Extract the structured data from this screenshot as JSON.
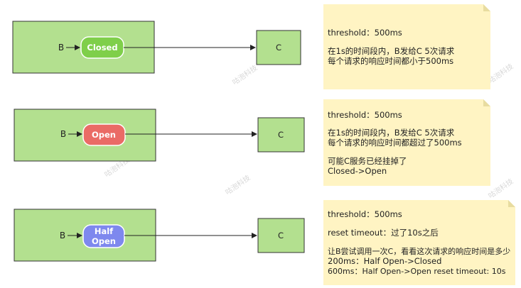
{
  "rows": [
    {
      "source_label": "B",
      "state_label": [
        "Closed"
      ],
      "state_color": "#7fcf4a",
      "target_label": "C",
      "note_lines": [
        "threshold：500ms",
        "",
        "在1s的时间段内，B发给C 5次请求",
        "每个请求的响应时间都小于500ms"
      ]
    },
    {
      "source_label": "B",
      "state_label": [
        "Open"
      ],
      "state_color": "#ea6b66",
      "target_label": "C",
      "note_lines": [
        "threshold：500ms",
        "",
        "在1s的时间段内，B发给C 5次请求",
        "每个请求的响应时间都超过了500ms",
        "",
        "可能C服务已经挂掉了",
        "Closed->Open"
      ]
    },
    {
      "source_label": "B",
      "state_label": [
        "Half",
        "Open"
      ],
      "state_color": "#7e88ee",
      "target_label": "C",
      "note_lines": [
        "threshold：500ms",
        "",
        "reset timeout：过了10s之后",
        "",
        "让B尝试调用一次C，看看这次请求的响应时间是多少",
        "200ms：Half Open->Closed",
        "600ms：Half Open->Open  reset timeout: 10s"
      ]
    }
  ],
  "watermark": "咕泡科技",
  "colors": {
    "container_fill": "#b3e08f",
    "container_stroke": "#333333",
    "target_fill": "#b3e08f",
    "note_fill": "#fff4c3",
    "note_fold": "#e8dca0",
    "edge": "#222222"
  }
}
